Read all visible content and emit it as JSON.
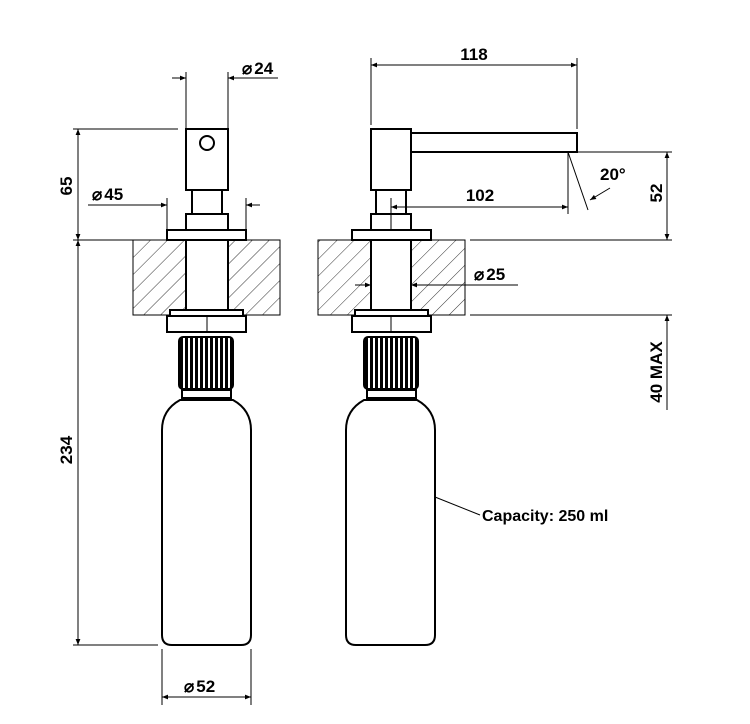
{
  "dimensions": {
    "head_diameter": "24",
    "flange_diameter": "45",
    "top_height": "65",
    "total_height": "234",
    "bottle_diameter": "52",
    "spout_length": "118",
    "spout_reach": "102",
    "spout_angle": "20°",
    "spout_height": "52",
    "hole_diameter": "25",
    "max_counter_thickness": "40 MAX"
  },
  "diameter_symbol": "⌀",
  "capacity_label": "Capacity: 250 ml"
}
